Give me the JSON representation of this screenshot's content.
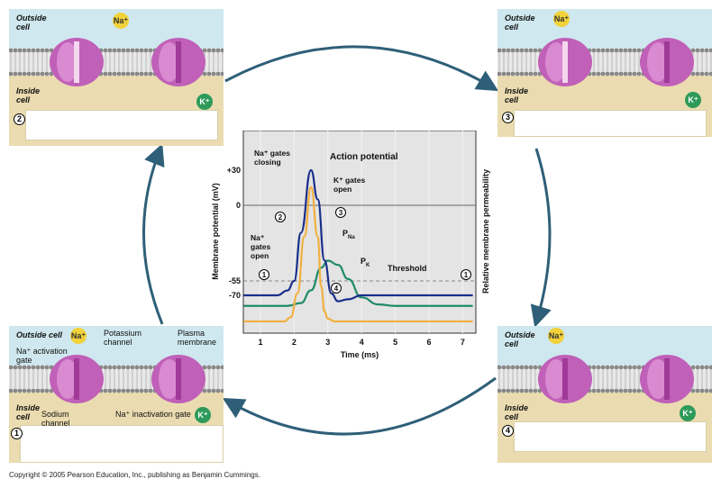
{
  "panels": [
    {
      "step": "1",
      "outside": "Outside cell",
      "inside": "Inside cell",
      "labels": {
        "na_activation_gate": "Na⁺ activation gate",
        "potassium_channel": "Potassium channel",
        "plasma_membrane": "Plasma membrane",
        "sodium_channel": "Sodium channel",
        "na_inactivation_gate": "Na⁺ inactivation gate"
      }
    },
    {
      "step": "2",
      "outside": "Outside cell",
      "inside": "Inside cell"
    },
    {
      "step": "3",
      "outside": "Outside cell",
      "inside": "Inside cell"
    },
    {
      "step": "4",
      "outside": "Outside cell",
      "inside": "Inside cell"
    }
  ],
  "ions": {
    "na": "Na⁺",
    "k": "K⁺"
  },
  "colors": {
    "sky": "#cfe8ef",
    "cytoplasm": "#eadcb0",
    "channel": "#c060b8",
    "ap": "#1a2f8a",
    "pna": "#f0b040",
    "pk": "#1f8a6a",
    "cycle_arrow": "#2f5f78"
  },
  "chart_data": {
    "type": "line",
    "title": "Action potential",
    "xlabel": "Time (ms)",
    "ylabel": "Membrane potential (mV)",
    "ylabel_right": "Relative membrane permeability",
    "xticks": [
      1,
      2,
      3,
      4,
      5,
      6,
      7
    ],
    "yticks": [
      "+30",
      "0",
      "-55",
      "-70"
    ],
    "ytick_values": [
      30,
      0,
      -55,
      -70
    ],
    "xlim": [
      0.5,
      7.4
    ],
    "threshold": {
      "label": "Threshold",
      "value": -55
    },
    "series": [
      {
        "name": "Action potential",
        "color": "#1a2f8a",
        "x": [
          0.5,
          1.5,
          1.8,
          2.0,
          2.2,
          2.5,
          2.7,
          2.9,
          3.1,
          3.3,
          3.6,
          4.0,
          7.3
        ],
        "y": [
          -70,
          -70,
          -65,
          -55,
          -20,
          30,
          5,
          -40,
          -68,
          -76,
          -74,
          -70,
          -70
        ]
      },
      {
        "name": "P_Na",
        "color": "#f0b040",
        "x": [
          0.5,
          1.7,
          1.9,
          2.1,
          2.3,
          2.5,
          2.7,
          2.8,
          2.9,
          3.0,
          3.2,
          7.3
        ],
        "y": [
          0,
          0,
          0.03,
          0.2,
          0.6,
          0.95,
          0.6,
          0.25,
          0.07,
          0.02,
          0,
          0
        ]
      },
      {
        "name": "P_K",
        "color": "#1f8a6a",
        "x": [
          0.5,
          1.8,
          2.2,
          2.5,
          2.8,
          3.0,
          3.3,
          3.6,
          4.0,
          4.5,
          5.0,
          7.3
        ],
        "y": [
          0.11,
          0.11,
          0.13,
          0.22,
          0.38,
          0.43,
          0.4,
          0.3,
          0.17,
          0.12,
          0.11,
          0.11
        ]
      }
    ],
    "annotations": {
      "na_closing": "Na⁺ gates closing",
      "k_open": "K⁺ gates open",
      "na_open": "Na⁺ gates open",
      "pna": "P",
      "pna_sub": "Na",
      "pk": "P",
      "pk_sub": "K"
    },
    "markers": [
      "1",
      "2",
      "3",
      "4",
      "1"
    ]
  },
  "copyright": "Copyright © 2005 Pearson Education, Inc., publishing as Benjamin Cummings."
}
